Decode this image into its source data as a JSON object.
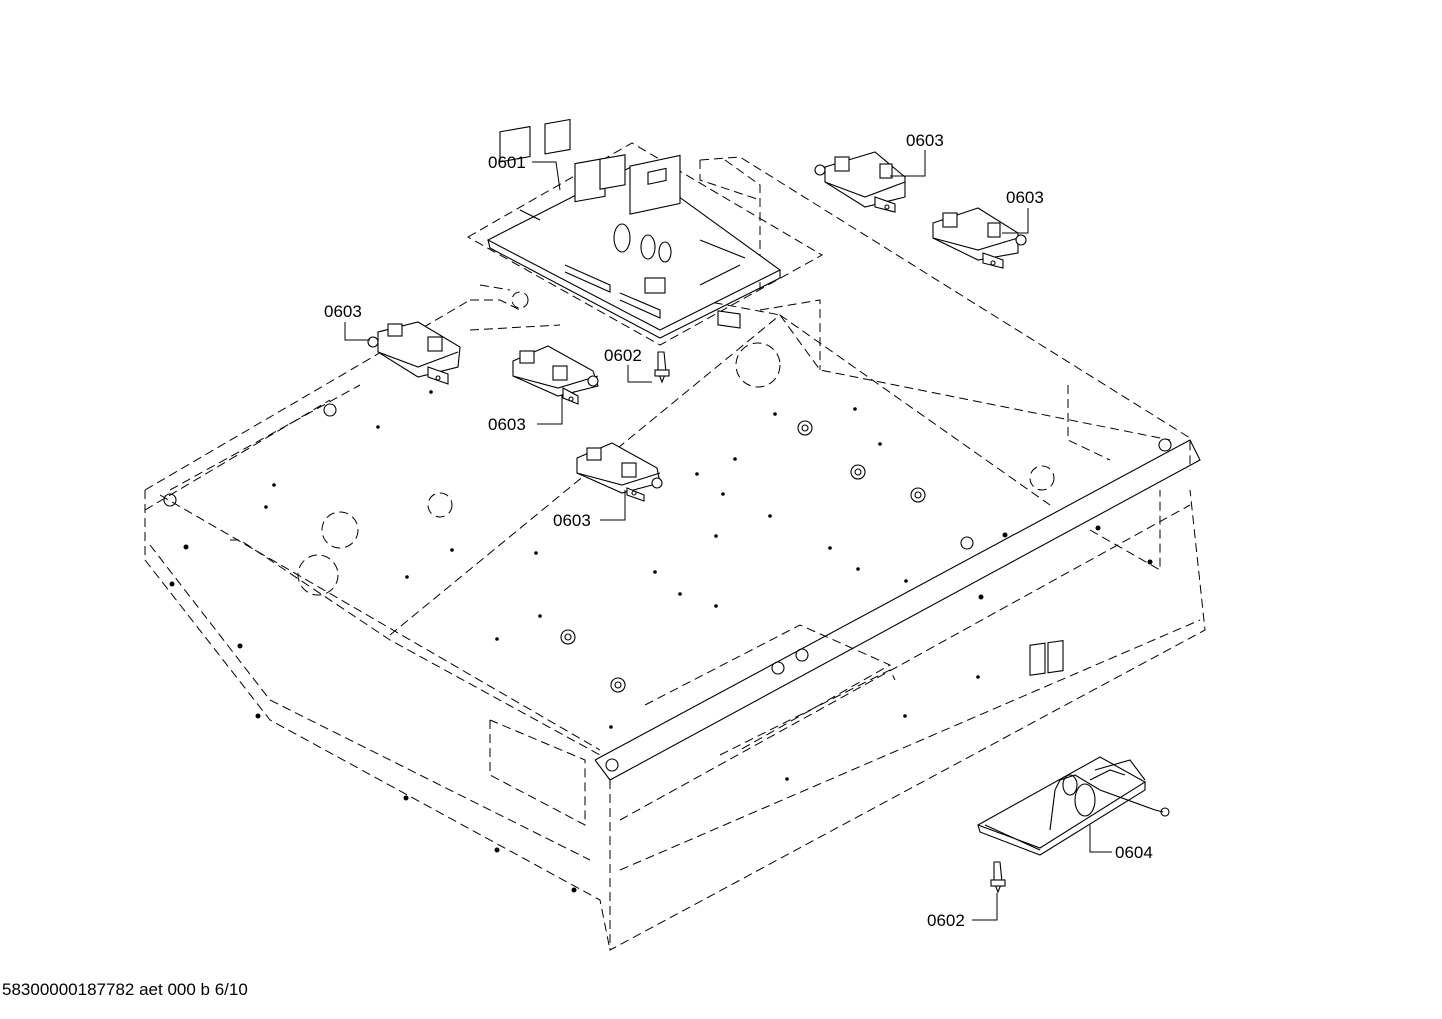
{
  "callouts": {
    "c0601": "0601",
    "c0602_top": "0602",
    "c0602_bottom": "0602",
    "c0603_top_right_1": "0603",
    "c0603_top_right_2": "0603",
    "c0603_left": "0603",
    "c0603_center": "0603",
    "c0603_lower": "0603",
    "c0604": "0604"
  },
  "footer": {
    "document_code": "58300000187782 aet 000 b 6/10"
  }
}
